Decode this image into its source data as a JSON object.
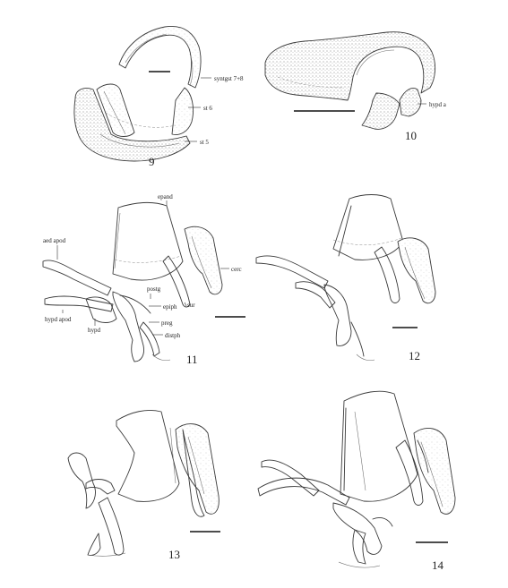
{
  "figures": [
    {
      "id": "9",
      "number": "9",
      "labels": {
        "syntgst": "syntgst 7+8",
        "st6": "st 6",
        "st5": "st 5"
      }
    },
    {
      "id": "10",
      "number": "10",
      "labels": {
        "hypd_a": "hypd a"
      }
    },
    {
      "id": "11",
      "number": "11",
      "labels": {
        "epand": "epand",
        "aed_apod": "aed apod",
        "cerc": "cerc",
        "postg": "postg",
        "epiph": "epiph",
        "sur": "sur",
        "hypd_apod": "hypd apod",
        "hypd": "hypd",
        "preg": "preg",
        "distph": "distph"
      }
    },
    {
      "id": "12",
      "number": "12",
      "labels": {}
    },
    {
      "id": "13",
      "number": "13",
      "labels": {}
    },
    {
      "id": "14",
      "number": "14",
      "labels": {}
    }
  ]
}
